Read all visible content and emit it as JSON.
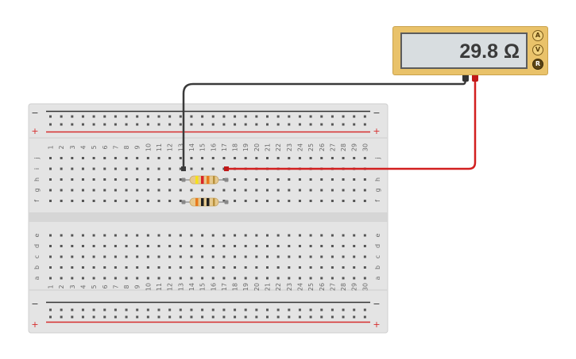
{
  "multimeter": {
    "reading": "29.8 Ω",
    "modes": [
      {
        "label": "A",
        "active": false
      },
      {
        "label": "V",
        "active": false
      },
      {
        "label": "R",
        "active": true
      }
    ]
  },
  "breadboard": {
    "columns": [
      "1",
      "2",
      "3",
      "4",
      "5",
      "6",
      "7",
      "8",
      "9",
      "10",
      "11",
      "12",
      "13",
      "14",
      "15",
      "16",
      "17",
      "18",
      "19",
      "20",
      "21",
      "22",
      "23",
      "24",
      "25",
      "26",
      "27",
      "28",
      "29",
      "30"
    ],
    "top_rows": [
      "j",
      "i",
      "h",
      "g",
      "f"
    ],
    "bottom_rows": [
      "e",
      "d",
      "c",
      "b",
      "a"
    ],
    "rail_minus_label": "−",
    "rail_plus_label": "+"
  },
  "resistors": [
    {
      "name": "resistor-1",
      "bands": [
        "#f5e01a",
        "#d9242a",
        "#e87a1c"
      ]
    },
    {
      "name": "resistor-2",
      "bands": [
        "#e87a1c",
        "#222222",
        "#222222"
      ]
    }
  ],
  "wires": [
    {
      "name": "black-probe-wire",
      "color": "#3a3a3a"
    },
    {
      "name": "red-probe-wire",
      "color": "#d21f1f"
    }
  ],
  "colors": {
    "board": "#e4e4e4",
    "hole": "#555555",
    "rail_red": "#d62d2d",
    "rail_black": "#333333",
    "multimeter_body": "#e9c26a"
  }
}
